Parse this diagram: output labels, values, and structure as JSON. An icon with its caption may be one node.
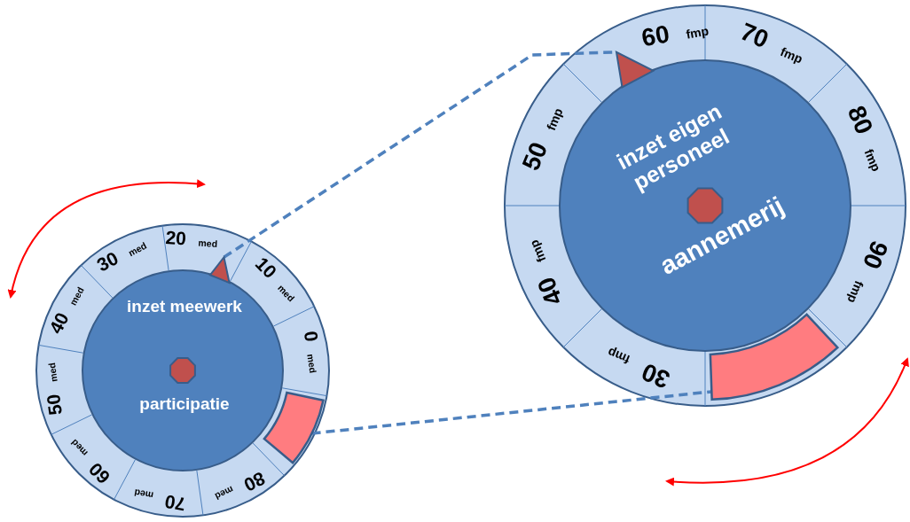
{
  "diagram": {
    "nodes": [
      {
        "text": [
          "inzet meewerk",
          "participatie"
        ]
      },
      {
        "text": [],
        "shape": "triangle"
      },
      {
        "text": [],
        "shape": "box"
      },
      {
        "text": [
          "inzet eigen personeel",
          "aannemerij"
        ]
      },
      {
        "text": [],
        "shape": "triangle"
      },
      {
        "text": [],
        "shape": "box"
      }
    ],
    "edges": [
      {
        "from": 1,
        "to": 4,
        "arrow": "none",
        "style": "dashed"
      },
      {
        "from": 2,
        "to": 5,
        "arrow": "none",
        "style": "dashed"
      }
    ],
    "labels": [
      "30 med",
      "20 med",
      "10 med",
      "0 med",
      "80 med",
      "70 med",
      "60 med",
      "50 med",
      "40 med",
      "60 fmp",
      "70 fmp",
      "80 fmp",
      "90 fmp",
      "30 fmp",
      "40 fmp",
      "50 fmp"
    ]
  }
}
